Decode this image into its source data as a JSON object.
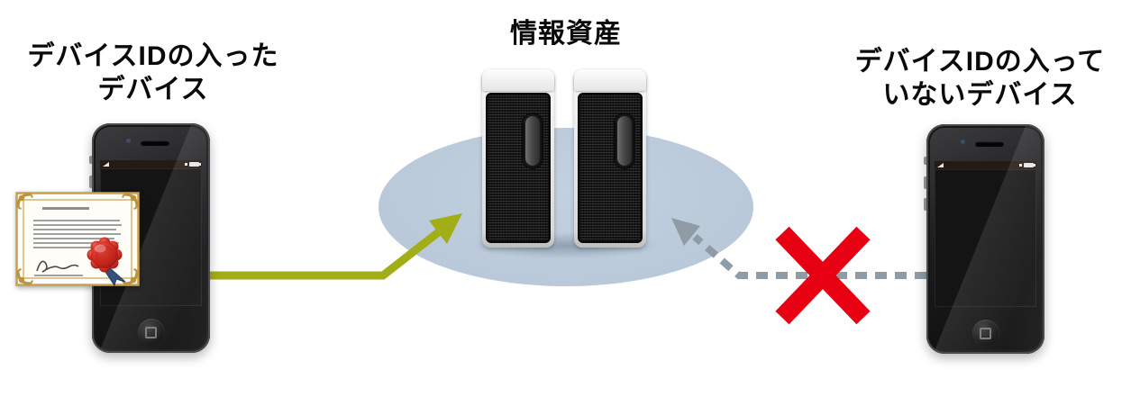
{
  "diagram": {
    "center_title": "情報資産",
    "left_device": {
      "line1": "デバイスIDの入った",
      "line2": "デバイス"
    },
    "right_device": {
      "line1": "デバイスIDの入って",
      "line2": "いないデバイス"
    }
  },
  "icons": {
    "left_device": "smartphone-with-certificate-icon",
    "right_device": "smartphone-icon",
    "center": "server-towers-icon",
    "allowed_connection": "solid-arrow-icon",
    "denied_connection": "dashed-arrow-icon",
    "denied_mark": "red-cross-icon"
  },
  "colors": {
    "allowed_arrow": "#a2ae17",
    "denied_arrow": "#8f9ca6",
    "denied_cross": "#e60012",
    "asset_zone_fill": "#bac9d9",
    "label_color": "#0a0a0a"
  }
}
